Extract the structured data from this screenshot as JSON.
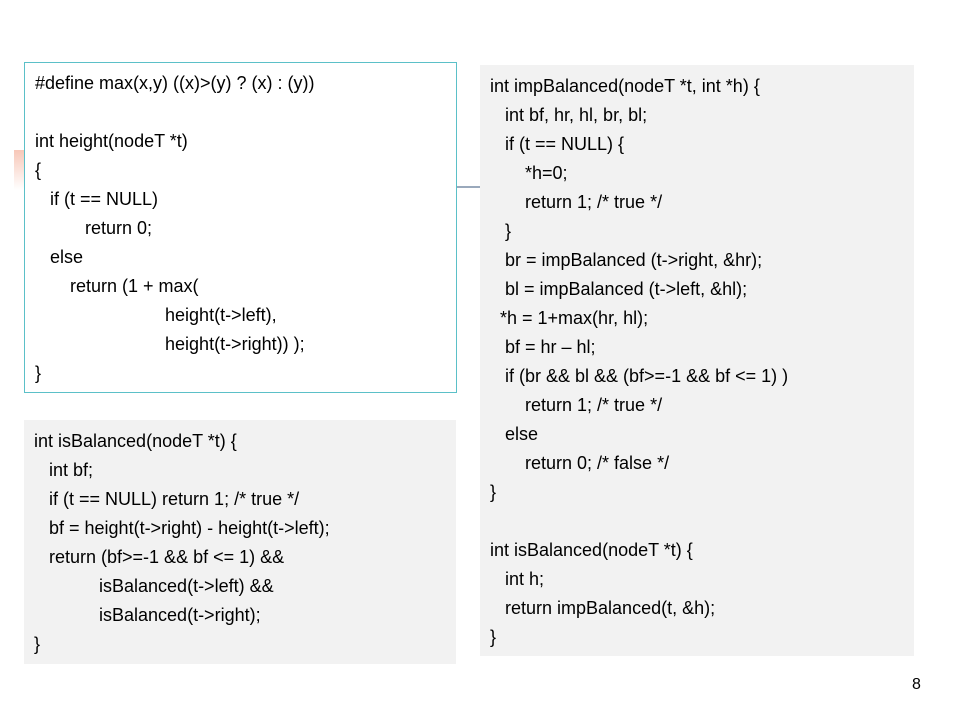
{
  "code_define_height": [
    "#define max(x,y) ((x)>(y) ? (x) : (y))",
    "",
    "int height(nodeT *t)",
    "{",
    "   if (t == NULL)",
    "          return 0;",
    "   else",
    "       return (1 + max(",
    "                          height(t->left),",
    "                          height(t->right)) );",
    "}"
  ],
  "code_isbalanced_simple": [
    "int isBalanced(nodeT *t) {",
    "   int bf;",
    "   if (t == NULL) return 1; /* true */",
    "   bf = height(t->right) - height(t->left);",
    "   return (bf>=-1 && bf <= 1) &&",
    "             isBalanced(t->left) &&",
    "             isBalanced(t->right);",
    "}"
  ],
  "code_impbalanced": [
    "int impBalanced(nodeT *t, int *h) {",
    "   int bf, hr, hl, br, bl;",
    "   if (t == NULL) {",
    "       *h=0;",
    "       return 1; /* true */",
    "   }",
    "   br = impBalanced (t->right, &hr);",
    "   bl = impBalanced (t->left, &hl);",
    "  *h = 1+max(hr, hl);",
    "   bf = hr – hl;",
    "   if (br && bl && (bf>=-1 && bf <= 1) )",
    "       return 1; /* true */",
    "   else",
    "       return 0; /* false */",
    "}",
    "",
    "int isBalanced(nodeT *t) {",
    "   int h;",
    "   return impBalanced(t, &h);",
    "}"
  ],
  "page_number": "8"
}
